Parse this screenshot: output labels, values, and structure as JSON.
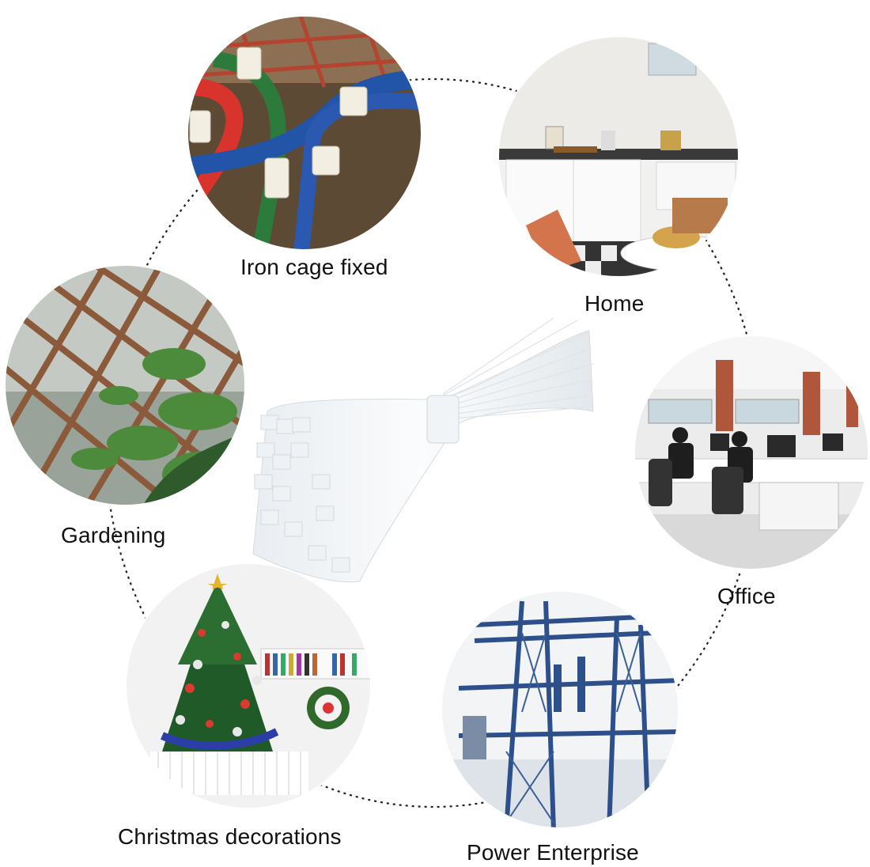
{
  "uses": [
    {
      "id": "iron-cage",
      "label": "Iron cage fixed"
    },
    {
      "id": "home",
      "label": "Home"
    },
    {
      "id": "gardening",
      "label": "Gardening"
    },
    {
      "id": "office",
      "label": "Office"
    },
    {
      "id": "christmas",
      "label": "Christmas decorations"
    },
    {
      "id": "power",
      "label": "Power Enterprise"
    }
  ],
  "colors": {
    "ring": "#222222",
    "background": "#ffffff",
    "product": "#f4f6f8"
  }
}
